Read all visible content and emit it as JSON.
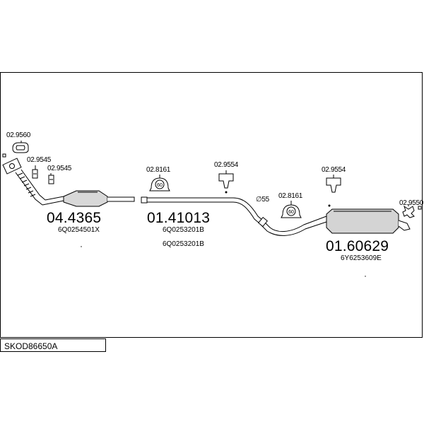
{
  "diagram": {
    "catalog_code": "SKOD86650A",
    "parts": [
      {
        "id": "02.9560"
      },
      {
        "id": "02.9545"
      },
      {
        "id": "02.9545"
      },
      {
        "id": "02.8161",
        "badge": "60"
      },
      {
        "id": "02.9554"
      },
      {
        "id": "02.8161",
        "badge": "60"
      },
      {
        "id": "02.9554"
      },
      {
        "id": "02.9550"
      }
    ],
    "pipe_diameter": "∅55",
    "assemblies": [
      {
        "number": "04.4365",
        "oem": [
          "6Q0254501X"
        ]
      },
      {
        "number": "01.41013",
        "oem": [
          "6Q0253201B",
          "6Q0253201B"
        ]
      },
      {
        "number": "01.60629",
        "oem": [
          "6Y6253609E"
        ]
      }
    ]
  }
}
